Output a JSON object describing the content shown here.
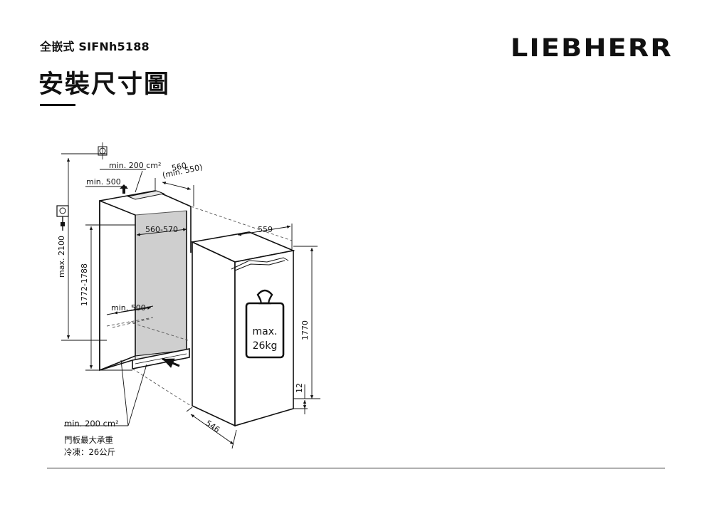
{
  "header": {
    "model": "全嵌式 SIFNh5188",
    "title": "安裝尺寸圖",
    "brand": "LIEBHERR"
  },
  "dimensions": {
    "max_height": "max. 2100",
    "niche_height": "1772-1788",
    "top_vent": "min. 200 cm²",
    "top_opening": "min. 500",
    "niche_depth": "560",
    "niche_depth_min": "(min. 550)",
    "niche_width": "560-570",
    "inner_depth": "min. 500",
    "appliance_width": "559",
    "appliance_height": "1770",
    "plinth_gap": "12",
    "appliance_depth": "546",
    "weight_line1": "max.",
    "weight_line2": "26kg",
    "bottom_vent": "min. 200 cm²"
  },
  "notes": {
    "line1": "門板最大承重",
    "line2": "冷凍：26公斤"
  }
}
